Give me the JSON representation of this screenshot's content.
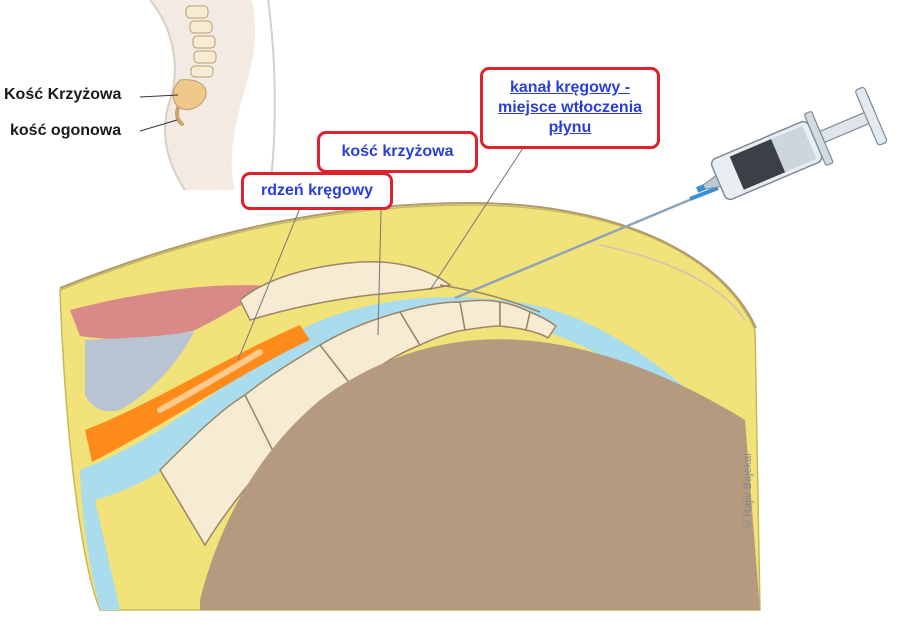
{
  "inset": {
    "label_sacrum": "Kość Krzyżowa",
    "label_coccyx": "kość ogonowa"
  },
  "callouts": {
    "spinal_cord": "rdzeń kręgowy",
    "sacrum": "kość krzyżowa",
    "canal_line1": "kanał kręgowy -",
    "canal_line2": "miejsce wtłoczenia",
    "canal_line3": "płynu"
  },
  "credit": "© Rajiv Bajekal",
  "colors": {
    "callout_border": "#e0202a",
    "callout_text": "#2a3fd6",
    "fat_yellow": "#f2e27a",
    "csf_blue": "#a9dcec",
    "bone": "#f6ebd3",
    "muscle_brown": "#b59a80",
    "cord_orange": "#ff8c1a"
  }
}
